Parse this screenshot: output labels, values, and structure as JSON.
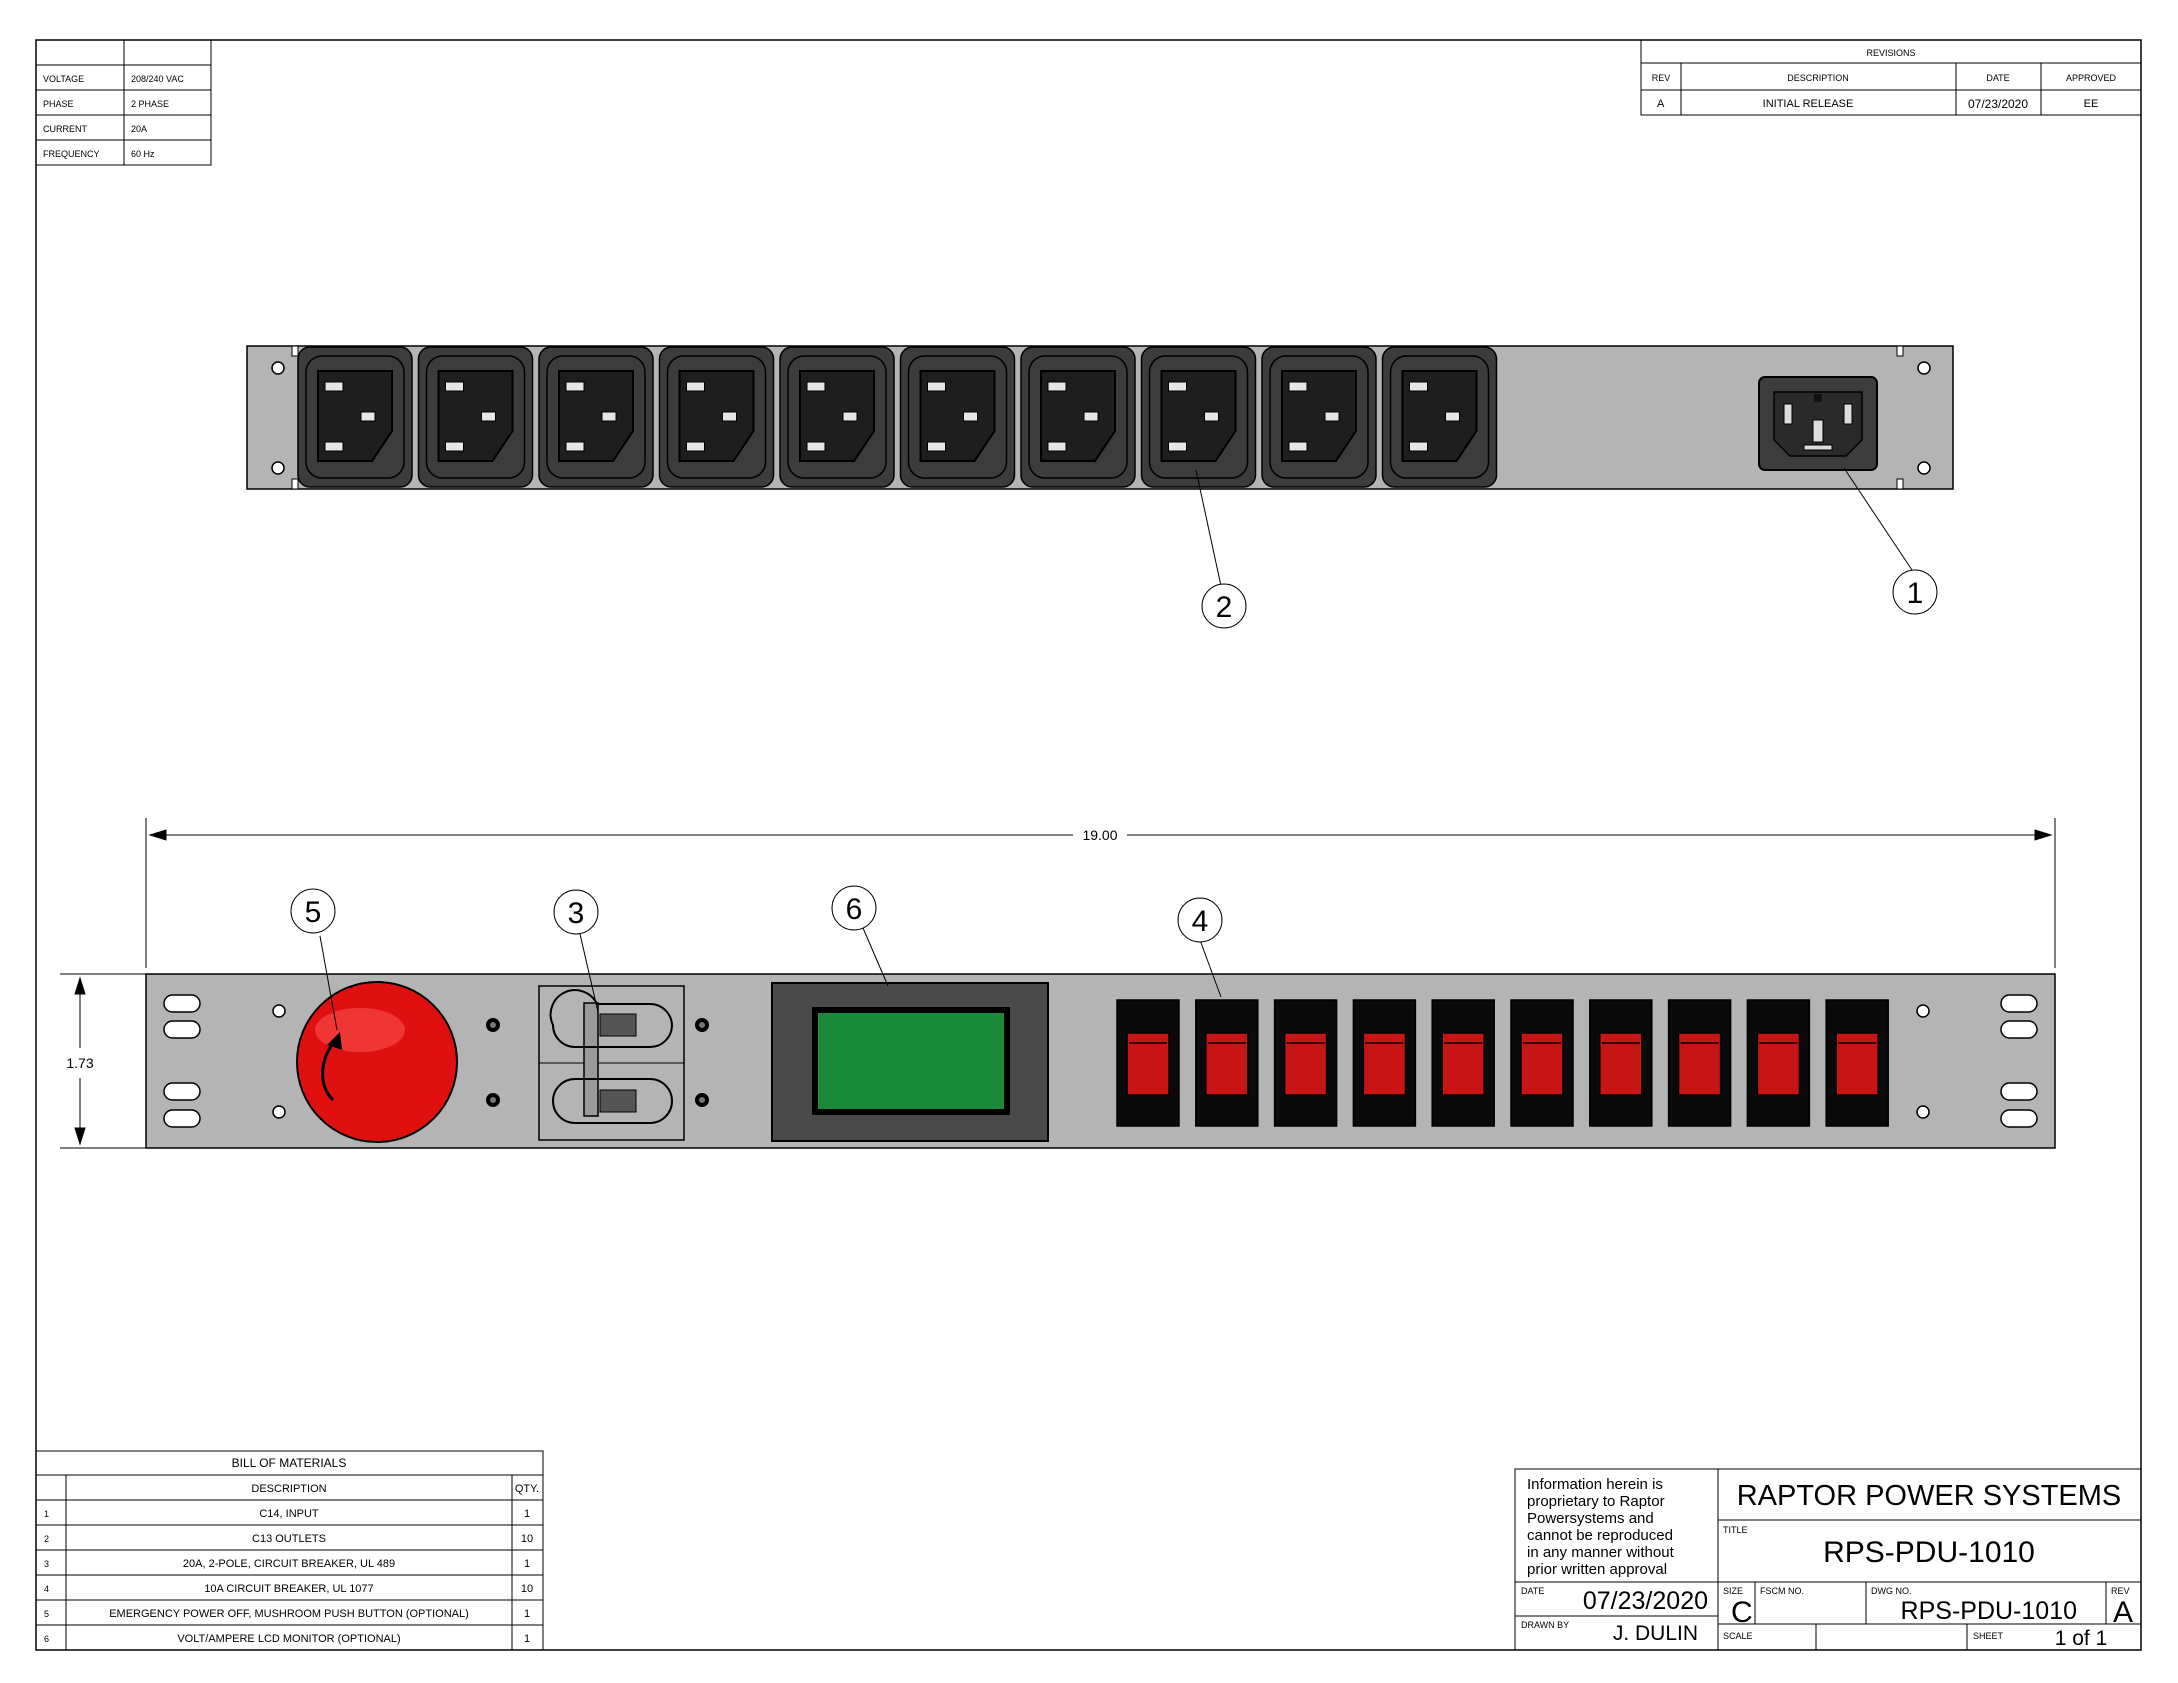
{
  "specs": {
    "rows": [
      {
        "label": "VOLTAGE",
        "value": "208/240 VAC"
      },
      {
        "label": "PHASE",
        "value": "2 PHASE"
      },
      {
        "label": "CURRENT",
        "value": "20A"
      },
      {
        "label": "FREQUENCY",
        "value": "60 Hz"
      }
    ]
  },
  "revisions": {
    "title": "REVISIONS",
    "headers": {
      "rev": "REV",
      "description": "DESCRIPTION",
      "date": "DATE",
      "approved": "APPROVED"
    },
    "row": {
      "rev": "A",
      "description": "INITIAL RELEASE",
      "date": "07/23/2020",
      "approved": "EE"
    }
  },
  "callouts": {
    "c1": "1",
    "c2": "2",
    "c3": "3",
    "c4": "4",
    "c5": "5",
    "c6": "6"
  },
  "dimensions": {
    "width": "19.00",
    "height": "1.73"
  },
  "bom": {
    "title": "BILL OF MATERIALS",
    "headers": {
      "description": "DESCRIPTION",
      "qty": "QTY."
    },
    "items": [
      {
        "no": "1",
        "description": "C14, INPUT",
        "qty": "1"
      },
      {
        "no": "2",
        "description": "C13 OUTLETS",
        "qty": "10"
      },
      {
        "no": "3",
        "description": "20A, 2-POLE, CIRCUIT BREAKER, UL 489",
        "qty": "1"
      },
      {
        "no": "4",
        "description": "10A CIRCUIT BREAKER, UL 1077",
        "qty": "10"
      },
      {
        "no": "5",
        "description": "EMERGENCY POWER OFF, MUSHROOM PUSH BUTTON (OPTIONAL)",
        "qty": "1"
      },
      {
        "no": "6",
        "description": "VOLT/AMPERE LCD MONITOR (OPTIONAL)",
        "qty": "1"
      }
    ]
  },
  "title_block": {
    "notice": [
      "Information herein is",
      "proprietary to Raptor",
      "Powersystems and",
      "cannot be reproduced",
      "in any manner without",
      "prior written approval"
    ],
    "company": "RAPTOR POWER SYSTEMS",
    "title_label": "TITLE",
    "title": "RPS-PDU-1010",
    "date_label": "DATE",
    "date": "07/23/2020",
    "drawn_label": "DRAWN BY",
    "drawn_by": "J. DULIN",
    "size_label": "SIZE",
    "size": "C",
    "fscm_label": "FSCM NO.",
    "dwg_label": "DWG NO.",
    "dwg_no": "RPS-PDU-1010",
    "rev_label": "REV",
    "rev": "A",
    "scale_label": "SCALE",
    "sheet_label": "SHEET",
    "sheet": "1 of 1"
  },
  "colors": {
    "panel": "#b4b4b4",
    "outlet": "#3c3c3c",
    "estop": "#e01010",
    "lcd": "#1a8a3a",
    "switch_red": "#c81414"
  }
}
